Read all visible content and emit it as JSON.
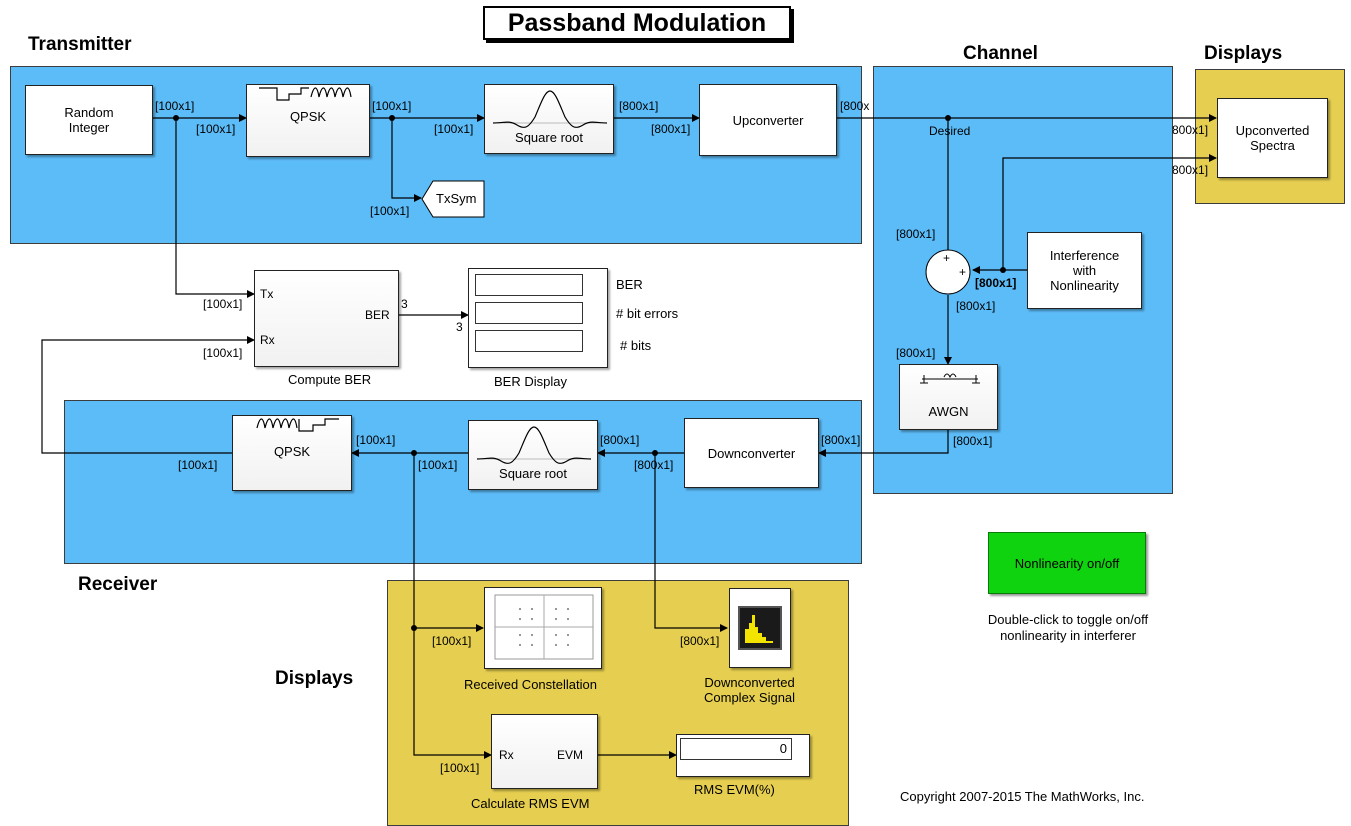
{
  "title": "Passband Modulation",
  "regions": {
    "transmitter": "Transmitter",
    "receiver": "Receiver",
    "channel": "Channel",
    "displays_top": "Displays",
    "displays_bottom": "Displays"
  },
  "blocks": {
    "random_integer": "Random\nInteger",
    "qpsk_tx": "QPSK",
    "sqrt_tx": "Square root",
    "upconverter": "Upconverter",
    "txsym": "TxSym",
    "compute_ber": "Compute BER",
    "compute_ber_tx": "Tx",
    "compute_ber_rx": "Rx",
    "compute_ber_out": "BER",
    "ber_display": "BER Display",
    "ber_labels": [
      "BER",
      "# bit errors",
      "# bits"
    ],
    "interference": "Interference\nwith\nNonlinearity",
    "awgn": "AWGN",
    "upconverted_spectra": "Upconverted\nSpectra",
    "qpsk_rx": "QPSK",
    "sqrt_rx": "Square root",
    "downconverter": "Downconverter",
    "received_constellation": "Received Constellation",
    "downconverted_signal": "Downconverted\nComplex Signal",
    "rms_evm_calc": "Calculate RMS EVM",
    "rms_evm_rx": "Rx",
    "rms_evm_out": "EVM",
    "rms_evm_display": "RMS EVM(%)",
    "rms_evm_value": "0",
    "sum_plus_top": "+",
    "sum_plus_right": "+"
  },
  "signals": {
    "s100": "[100x1]",
    "s800": "[800x1]",
    "s800_bold": "[800x1]",
    "s800_cut": "[800x",
    "s800_clip": "800x1]",
    "desired": "Desired",
    "three": "3"
  },
  "nonlinearity_button": "Nonlinearity on/off",
  "toggle_note": "Double-click to toggle on/off\nnonlinearity in interferer",
  "copyright": "Copyright 2007-2015 The MathWorks, Inc.",
  "colors": {
    "subsystem_blue": "#5cbcf8",
    "display_yellow": "#e6cf50",
    "button_green": "#10d310"
  }
}
